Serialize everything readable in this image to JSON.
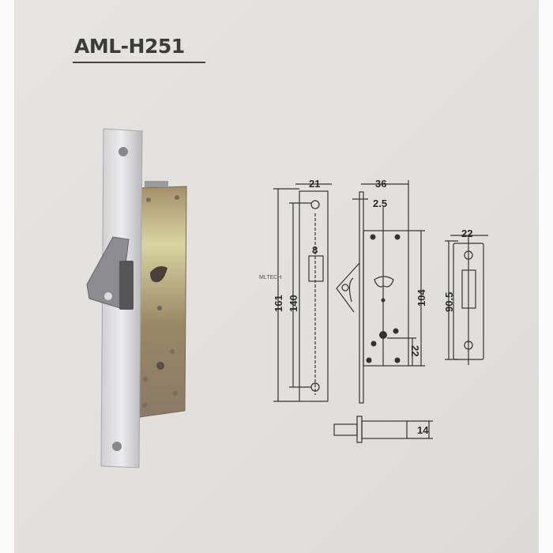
{
  "title": "AML-H251",
  "watermark": "MLTECH",
  "dimensions": {
    "faceplate_width": "21",
    "faceplate_length": "161",
    "screw_spacing": "140",
    "slot_width": "8",
    "case_depth": "36",
    "faceplate_thickness": "2.5",
    "case_height": "104",
    "lower_offset": "22",
    "strike_width": "22",
    "strike_length": "90.5",
    "bolt_height": "14"
  },
  "colors": {
    "page": "#e4e2df",
    "ink": "#333333",
    "brass": "#b39a6a"
  }
}
